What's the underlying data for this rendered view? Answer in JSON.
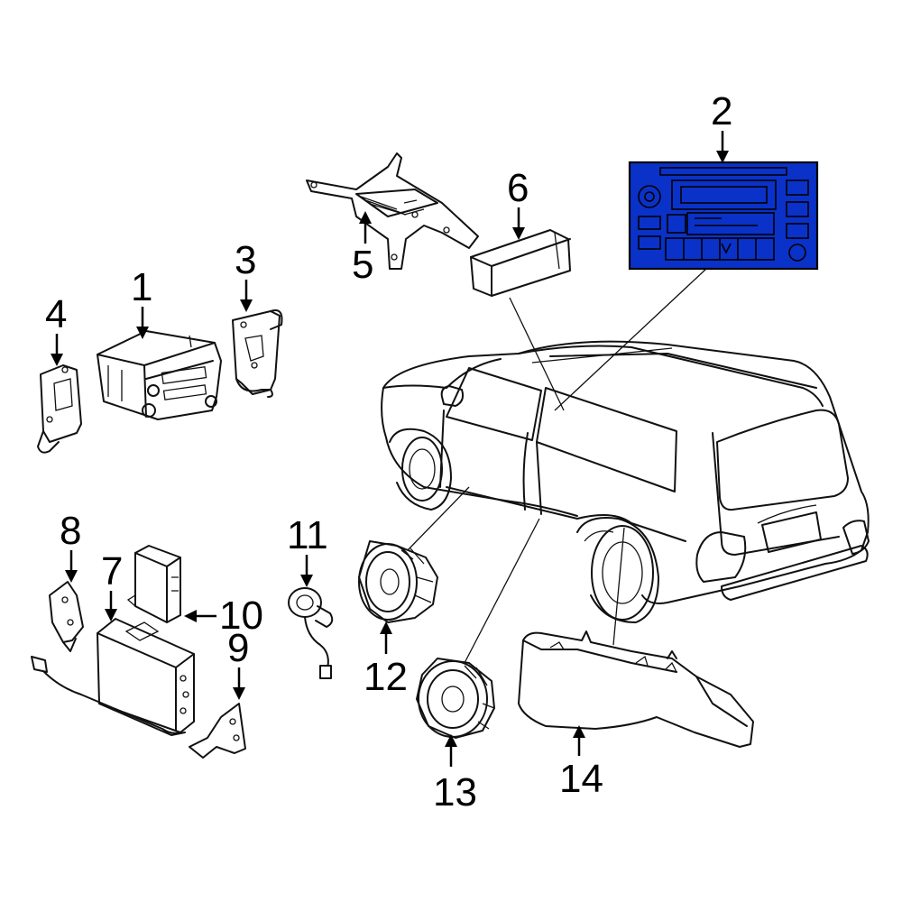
{
  "callouts": [
    {
      "id": "1",
      "label": "1"
    },
    {
      "id": "2",
      "label": "2"
    },
    {
      "id": "3",
      "label": "3"
    },
    {
      "id": "4",
      "label": "4"
    },
    {
      "id": "5",
      "label": "5"
    },
    {
      "id": "6",
      "label": "6"
    },
    {
      "id": "7",
      "label": "7"
    },
    {
      "id": "8",
      "label": "8"
    },
    {
      "id": "9",
      "label": "9"
    },
    {
      "id": "10",
      "label": "10"
    },
    {
      "id": "11",
      "label": "11"
    },
    {
      "id": "12",
      "label": "12"
    },
    {
      "id": "13",
      "label": "13"
    },
    {
      "id": "14",
      "label": "14"
    }
  ],
  "colors": {
    "highlight": "#0a32c8",
    "line": "#111111",
    "background": "#ffffff"
  }
}
